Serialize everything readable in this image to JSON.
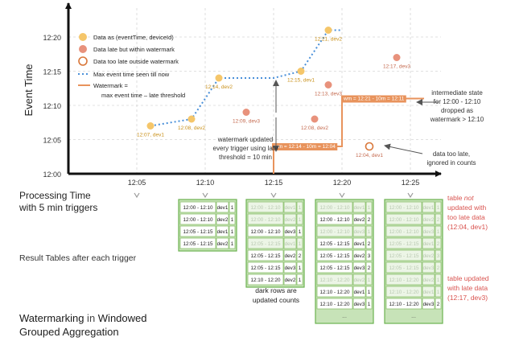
{
  "axes": {
    "y_label": "Event Time",
    "x_ticks": [
      "12:05",
      "12:10",
      "12:15",
      "12:20",
      "12:25"
    ],
    "y_ticks": [
      "12:00",
      "12:05",
      "12:10",
      "12:15",
      "12:20"
    ]
  },
  "legend": {
    "items": [
      {
        "label": "Data as (eventTime, deviceId)",
        "color": "#f5c66a"
      },
      {
        "label": "Data late but within watermark",
        "color": "#e8927c"
      },
      {
        "label": "Data too late outside watermark",
        "color": "#d9773a"
      },
      {
        "label": "Max event time seen till now",
        "color": "#4a90d9"
      }
    ],
    "watermark_label": "Watermark =",
    "watermark_formula": "max event time – late threshold",
    "watermark_color": "#e8935c"
  },
  "points": [
    {
      "label": "12:07, dev1",
      "kind": "ontime",
      "proc": 12.06,
      "event": 12.07
    },
    {
      "label": "12:08, dev2",
      "kind": "ontime",
      "proc": 12.09,
      "event": 12.08
    },
    {
      "label": "12:14, dev2",
      "kind": "ontime",
      "proc": 12.11,
      "event": 12.14
    },
    {
      "label": "12:09, dev3",
      "kind": "late",
      "proc": 12.13,
      "event": 12.09
    },
    {
      "label": "12:15, dev1",
      "kind": "ontime",
      "proc": 12.17,
      "event": 12.15
    },
    {
      "label": "12:08, dev2",
      "kind": "late",
      "proc": 12.18,
      "event": 12.08
    },
    {
      "label": "12:13, dev3",
      "kind": "late",
      "proc": 12.19,
      "event": 12.13
    },
    {
      "label": "12:21, dev2",
      "kind": "ontime",
      "proc": 12.19,
      "event": 12.21
    },
    {
      "label": "12:04, dev1",
      "kind": "toolate",
      "proc": 12.22,
      "event": 12.04
    },
    {
      "label": "12:17, dev3",
      "kind": "late",
      "proc": 12.24,
      "event": 12.17
    }
  ],
  "watermark_labels": {
    "first": "wm = 12:14 - 10m = 12:04",
    "second": "wm = 12:21 - 10m = 12:11"
  },
  "annotations": {
    "wm_updated": [
      "watermark updated",
      "every trigger using late",
      "threshold = 10 min"
    ],
    "intermediate": [
      "intermediate state",
      "for 12:00 - 12:10",
      "dropped as",
      "watermark > 12:10"
    ],
    "too_late": [
      "data too late,",
      "ignored in counts"
    ]
  },
  "labels": {
    "processing_time": [
      "Processing Time",
      "with 5 min triggers"
    ],
    "result_tables": "Result Tables after each trigger",
    "dark_rows": [
      "dark rows are",
      "updated counts"
    ],
    "title_part1": "Watermarking",
    "title_part2": " in ",
    "title_part3": "Windowed",
    "title_line2": "Grouped Aggregation",
    "note_not_updated": [
      "table ",
      "not",
      "updated with",
      "too late data",
      "(12:04, dev1)"
    ],
    "note_updated": [
      "table updated",
      "with late data",
      "(12:17, dev3)"
    ],
    "ellipsis": "..."
  },
  "tables": [
    {
      "rows": [
        {
          "window": "12:00 - 12:10",
          "device": "dev1",
          "count": "1",
          "dark": true
        },
        {
          "window": "12:00 - 12:10",
          "device": "dev2",
          "count": "1",
          "dark": true
        },
        {
          "window": "12:05 - 12:15",
          "device": "dev1",
          "count": "1",
          "dark": true
        },
        {
          "window": "12:05 - 12:15",
          "device": "dev2",
          "count": "1",
          "dark": true
        }
      ],
      "ellipsis": false
    },
    {
      "rows": [
        {
          "window": "12:00 - 12:10",
          "device": "dev1",
          "count": "1",
          "dark": false
        },
        {
          "window": "12:00 - 12:10",
          "device": "dev2",
          "count": "1",
          "dark": false
        },
        {
          "window": "12:00 - 12:10",
          "device": "dev3",
          "count": "1",
          "dark": true
        },
        {
          "window": "12:05 - 12:15",
          "device": "dev1",
          "count": "1",
          "dark": false
        },
        {
          "window": "12:05 - 12:15",
          "device": "dev2",
          "count": "2",
          "dark": true
        },
        {
          "window": "12:05 - 12:15",
          "device": "dev3",
          "count": "1",
          "dark": true
        },
        {
          "window": "12:10 - 12:20",
          "device": "dev2",
          "count": "1",
          "dark": true
        }
      ],
      "ellipsis": false
    },
    {
      "rows": [
        {
          "window": "12:00 - 12:10",
          "device": "dev1",
          "count": "1",
          "dark": false
        },
        {
          "window": "12:00 - 12:10",
          "device": "dev2",
          "count": "2",
          "dark": true
        },
        {
          "window": "12:00 - 12:10",
          "device": "dev3",
          "count": "1",
          "dark": false
        },
        {
          "window": "12:05 - 12:15",
          "device": "dev1",
          "count": "2",
          "dark": true
        },
        {
          "window": "12:05 - 12:15",
          "device": "dev2",
          "count": "3",
          "dark": true
        },
        {
          "window": "12:05 - 12:15",
          "device": "dev3",
          "count": "2",
          "dark": true
        },
        {
          "window": "12:10 - 12:20",
          "device": "dev2",
          "count": "1",
          "dark": false
        },
        {
          "window": "12:10 - 12:20",
          "device": "dev1",
          "count": "1",
          "dark": true
        },
        {
          "window": "12:10 - 12:20",
          "device": "dev3",
          "count": "1",
          "dark": true
        }
      ],
      "ellipsis": true
    },
    {
      "rows": [
        {
          "window": "12:00 - 12:10",
          "device": "dev1",
          "count": "1",
          "dark": false
        },
        {
          "window": "12:00 - 12:10",
          "device": "dev2",
          "count": "2",
          "dark": false
        },
        {
          "window": "12:00 - 12:10",
          "device": "dev3",
          "count": "1",
          "dark": false
        },
        {
          "window": "12:05 - 12:15",
          "device": "dev1",
          "count": "2",
          "dark": false
        },
        {
          "window": "12:05 - 12:15",
          "device": "dev2",
          "count": "3",
          "dark": false
        },
        {
          "window": "12:05 - 12:15",
          "device": "dev3",
          "count": "2",
          "dark": false
        },
        {
          "window": "12:10 - 12:20",
          "device": "dev2",
          "count": "1",
          "dark": false
        },
        {
          "window": "12:10 - 12:20",
          "device": "dev1",
          "count": "1",
          "dark": false
        },
        {
          "window": "12:10 - 12:20",
          "device": "dev3",
          "count": "2",
          "dark": true
        }
      ],
      "ellipsis": true
    }
  ]
}
